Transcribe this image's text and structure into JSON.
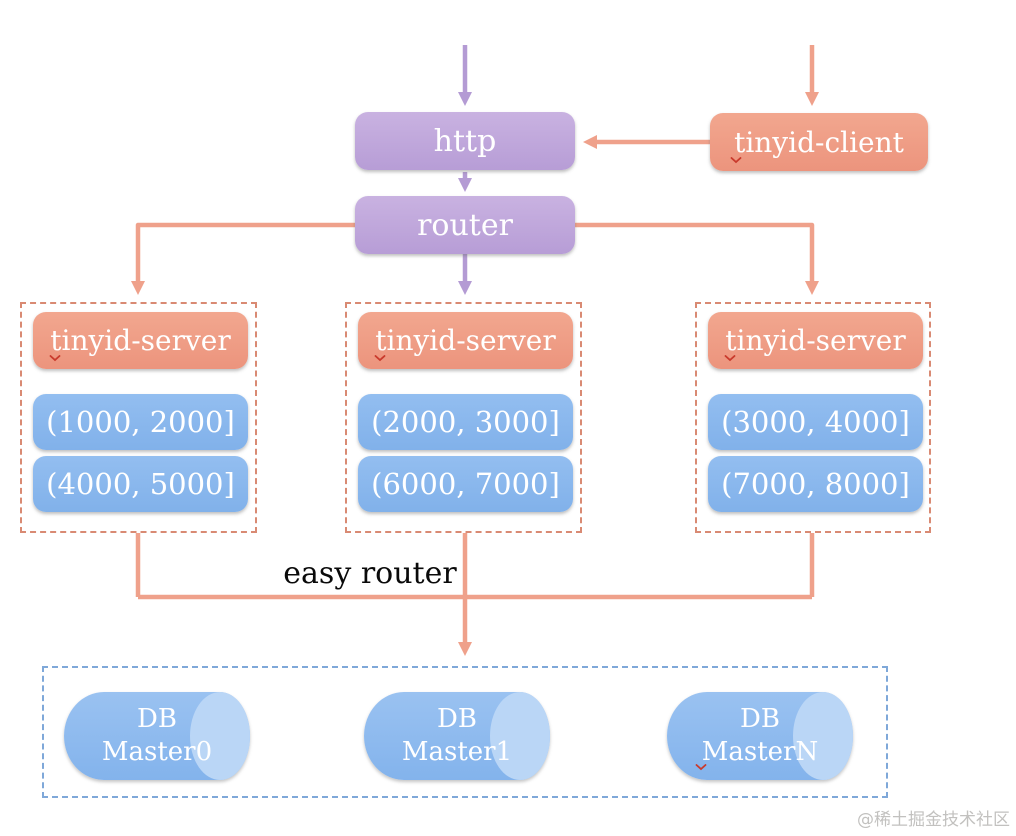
{
  "colors": {
    "purple_box": "#bda4d9",
    "purple_arrow": "#b49bd4",
    "salmon_box": "#ef9b84",
    "salmon_arrow": "#efa18b",
    "blue_box": "#87b7ee",
    "db_cylinder_body": "#8cbaee",
    "db_cylinder_cap": "#bad6f6",
    "server_group_border": "#d98a73",
    "db_zone_border": "#7fa8d9",
    "easy_router_text": "#0a0a0a",
    "watermark_text": "#c2c1bf",
    "squiggle_mark": "#c93a2c"
  },
  "nodes": {
    "http": "http",
    "client": "tinyid-client",
    "router": "router"
  },
  "server_groups": [
    {
      "label": "tinyid-server",
      "ranges": [
        "(1000, 2000]",
        "(4000, 5000]"
      ]
    },
    {
      "label": "tinyid-server",
      "ranges": [
        "(2000, 3000]",
        "(6000, 7000]"
      ]
    },
    {
      "label": "tinyid-server",
      "ranges": [
        "(3000, 4000]",
        "(7000, 8000]"
      ]
    }
  ],
  "labels": {
    "easy_router": "easy router"
  },
  "databases": [
    {
      "line1": "DB",
      "line2": "Master0"
    },
    {
      "line1": "DB",
      "line2": "Master1"
    },
    {
      "line1": "DB",
      "line2": "MasterN"
    }
  ],
  "watermark": "@稀土掘金技术社区",
  "icons": {
    "spellcheck-squiggle-icon": "small red zigzag spell-check mark"
  }
}
